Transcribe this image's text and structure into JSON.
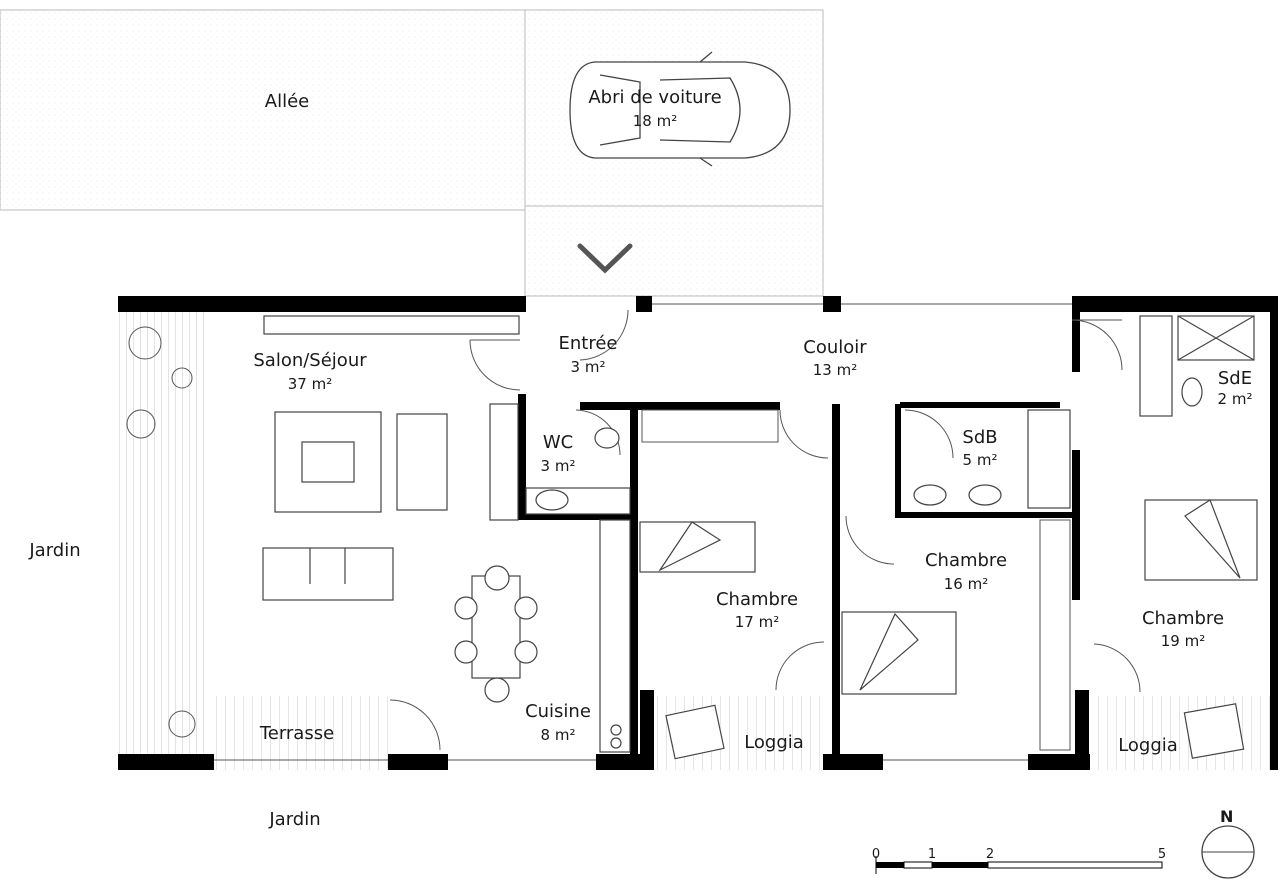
{
  "rooms": {
    "allee": {
      "name": "Allée"
    },
    "abri": {
      "name": "Abri de voiture",
      "area": "18 m²"
    },
    "salon": {
      "name": "Salon/Séjour",
      "area": "37 m²"
    },
    "entree": {
      "name": "Entrée",
      "area": "3 m²"
    },
    "couloir": {
      "name": "Couloir",
      "area": "13 m²"
    },
    "wc": {
      "name": "WC",
      "area": "3 m²"
    },
    "sdb": {
      "name": "SdB",
      "area": "5 m²"
    },
    "sde": {
      "name": "SdE",
      "area": "2 m²"
    },
    "chambre1": {
      "name": "Chambre",
      "area": "17 m²"
    },
    "chambre2": {
      "name": "Chambre",
      "area": "16 m²"
    },
    "chambre3": {
      "name": "Chambre",
      "area": "19 m²"
    },
    "cuisine": {
      "name": "Cuisine",
      "area": "8 m²"
    },
    "terrasse": {
      "name": "Terrasse"
    },
    "loggia1": {
      "name": "Loggia"
    },
    "loggia2": {
      "name": "Loggia"
    },
    "jardin_west": {
      "name": "Jardin"
    },
    "jardin_south": {
      "name": "Jardin"
    }
  },
  "scale_bar": {
    "ticks": [
      "0",
      "1",
      "2",
      "5"
    ]
  },
  "compass": {
    "label": "N"
  }
}
